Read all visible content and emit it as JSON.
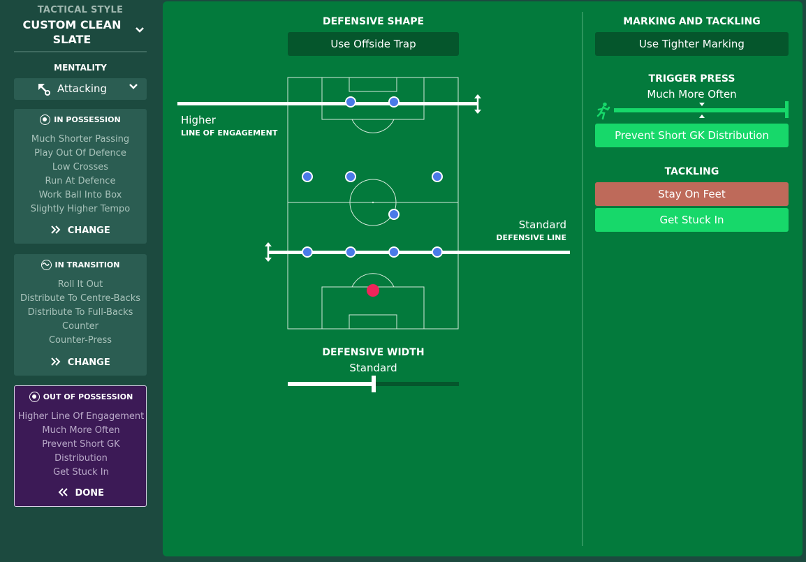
{
  "sidebar": {
    "tactical_style_label": "TACTICAL STYLE",
    "tactical_style_name": "CUSTOM CLEAN SLATE",
    "mentality_label": "MENTALITY",
    "mentality_value": "Attacking",
    "in_possession": {
      "title": "IN POSSESSION",
      "items": [
        "Much Shorter Passing",
        "Play Out Of Defence",
        "Low Crosses",
        "Run At Defence",
        "Work Ball Into Box",
        "Slightly Higher Tempo"
      ],
      "action": "CHANGE"
    },
    "in_transition": {
      "title": "IN TRANSITION",
      "items": [
        "Roll It Out",
        "Distribute To Centre-Backs",
        "Distribute To Full-Backs",
        "Counter",
        "Counter-Press"
      ],
      "action": "CHANGE"
    },
    "out_of_possession": {
      "title": "OUT OF POSSESSION",
      "items": [
        "Higher Line Of Engagement",
        "Much More Often",
        "Prevent Short GK",
        "Distribution",
        "Get Stuck In"
      ],
      "action": "DONE"
    }
  },
  "defensive_shape": {
    "title": "DEFENSIVE SHAPE",
    "offside_button": "Use Offside Trap",
    "engagement_value": "Higher",
    "engagement_label": "LINE OF ENGAGEMENT",
    "defline_value": "Standard",
    "defline_label": "DEFENSIVE LINE",
    "width_title": "DEFENSIVE WIDTH",
    "width_value": "Standard",
    "width_level": 0.5
  },
  "marking": {
    "title": "MARKING AND TACKLING",
    "button": "Use Tighter Marking",
    "press_title": "TRIGGER PRESS",
    "press_value": "Much More Often",
    "press_level": 1.0,
    "gk_button": "Prevent Short GK Distribution",
    "tackling_title": "TACKLING",
    "tackle_option_1": "Stay On Feet",
    "tackle_option_2": "Get Stuck In",
    "selected_tackle": "Get Stuck In"
  },
  "colors": {
    "panel_bg": "#037a3c",
    "accent_green": "#17d86a",
    "stay_on_feet": "#be6a5a",
    "out_of_possession": "#3c1a56",
    "player": "#4a7ae8",
    "goalkeeper": "#f0245a"
  }
}
